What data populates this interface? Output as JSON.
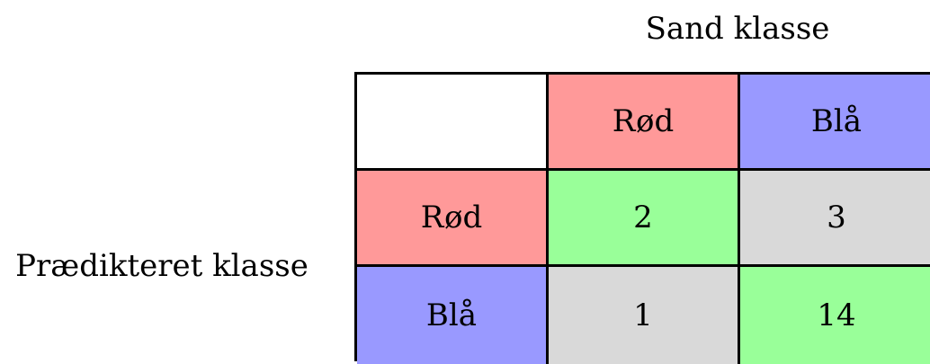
{
  "matrix": {
    "column_title": "Sand klasse",
    "row_title": "Prædikteret klasse",
    "corner": "",
    "column_headers": [
      "Rød",
      "Blå"
    ],
    "rows": [
      {
        "label": "Rød",
        "values": [
          "2",
          "3"
        ]
      },
      {
        "label": "Blå",
        "values": [
          "1",
          "14"
        ]
      }
    ]
  },
  "colors": {
    "red_class": "#ff9999",
    "blue_class": "#9999ff",
    "correct": "#99ff99",
    "incorrect": "#d9d9d9",
    "corner": "#ffffff",
    "border": "#000000"
  }
}
